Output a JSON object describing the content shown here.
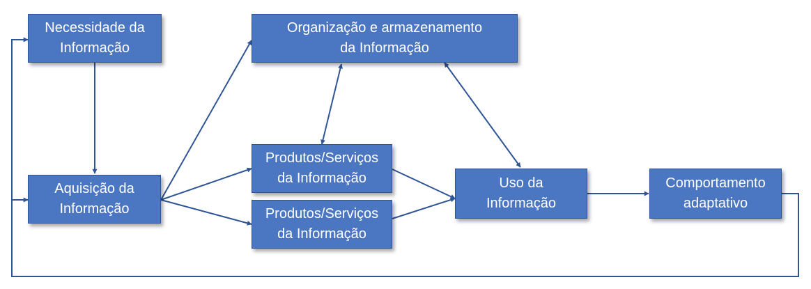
{
  "nodes": {
    "necessidade": {
      "line1": "Necessidade da",
      "line2": "Informação"
    },
    "organizacao": {
      "line1": "Organização e armazenamento",
      "line2": "da Informação"
    },
    "aquisicao": {
      "line1": "Aquisição da",
      "line2": "Informação"
    },
    "produtos_1": {
      "line1": "Produtos/Serviços",
      "line2": "da Informação"
    },
    "produtos_2": {
      "line1": "Produtos/Serviços",
      "line2": "da Informação"
    },
    "uso": {
      "line1": "Uso da",
      "line2": "Informação"
    },
    "comportamento": {
      "line1": "Comportamento",
      "line2": "adaptativo"
    }
  },
  "colors": {
    "box_fill": "#4a76c2",
    "box_border": "#2f5597",
    "edge": "#2f5597",
    "text": "#ffffff"
  }
}
